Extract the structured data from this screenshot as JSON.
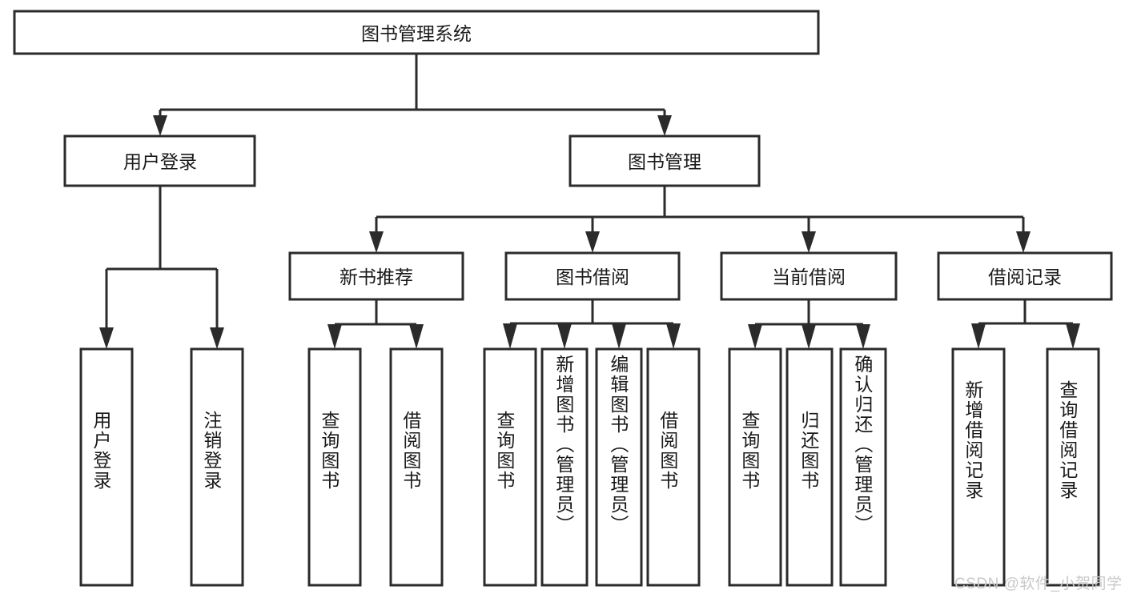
{
  "diagram": {
    "type": "tree-hierarchy",
    "title": "图书管理系统",
    "root": {
      "label": "图书管理系统",
      "orientation": "horizontal"
    },
    "level2": [
      {
        "label": "用户登录",
        "orientation": "horizontal"
      },
      {
        "label": "图书管理",
        "orientation": "horizontal"
      }
    ],
    "level3": [
      {
        "label": "新书推荐",
        "orientation": "horizontal"
      },
      {
        "label": "图书借阅",
        "orientation": "horizontal"
      },
      {
        "label": "当前借阅",
        "orientation": "horizontal"
      },
      {
        "label": "借阅记录",
        "orientation": "horizontal"
      }
    ],
    "leaves": {
      "user_login": [
        {
          "label": "用户登录",
          "orientation": "vertical"
        },
        {
          "label": "注销登录",
          "orientation": "vertical"
        }
      ],
      "new_book_recommend": [
        {
          "label": "查询图书",
          "orientation": "vertical"
        },
        {
          "label": "借阅图书",
          "orientation": "vertical"
        }
      ],
      "book_borrow": [
        {
          "label": "查询图书",
          "orientation": "vertical"
        },
        {
          "label": "新增图书（管理员）",
          "orientation": "vertical"
        },
        {
          "label": "编辑图书（管理员）",
          "orientation": "vertical"
        },
        {
          "label": "借阅图书",
          "orientation": "vertical"
        }
      ],
      "current_borrow": [
        {
          "label": "查询图书",
          "orientation": "vertical"
        },
        {
          "label": "归还图书",
          "orientation": "vertical"
        },
        {
          "label": "确认归还（管理员）",
          "orientation": "vertical"
        }
      ],
      "borrow_record": [
        {
          "label": "新增借阅记录",
          "orientation": "vertical"
        },
        {
          "label": "查询借阅记录",
          "orientation": "vertical"
        }
      ]
    },
    "colors": {
      "stroke": "#2b2b2b",
      "fill": "#ffffff",
      "text": "#1a1a1a",
      "watermark": "#c9c9c9",
      "background": "#ffffff"
    }
  },
  "watermark": {
    "text": "CSDN @软件_小贺同学"
  }
}
